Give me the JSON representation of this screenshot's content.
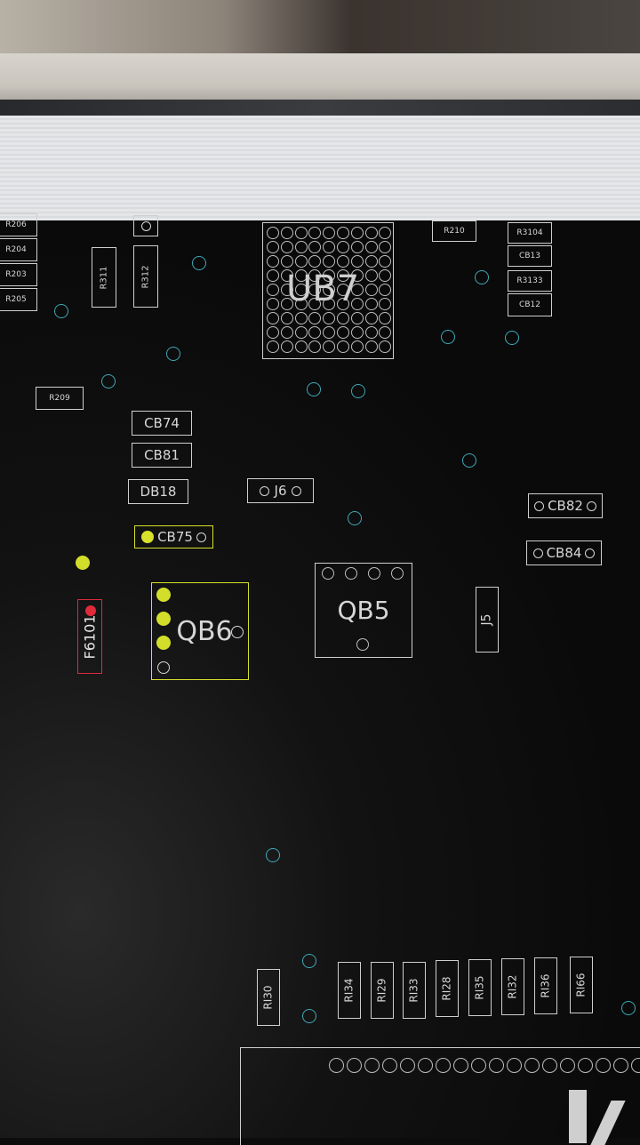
{
  "colors": {
    "board": "#0c0c0c",
    "silkscreen": "#cfcfcf",
    "via": "#3fa8b8",
    "selected": "#d8e22a",
    "marker": "#e02a3a"
  },
  "left_resistors": [
    "R206",
    "R204",
    "R203",
    "R205"
  ],
  "r209": "R209",
  "r210": "R210",
  "ub7": "UB7",
  "r311": "R311",
  "r312": "R312",
  "cb74": "CB74",
  "cb81": "CB81",
  "db18": "DB18",
  "j6": "J6",
  "cb75": "CB75",
  "qb6": "QB6",
  "qb5": "QB5",
  "j5": "J5",
  "f6101": "F6101",
  "cb82": "CB82",
  "cb84": "CB84",
  "right_stack": [
    "R3104",
    "CB13",
    "R3133",
    "CB12"
  ],
  "bottom_row": [
    "RI30",
    "RI34",
    "RI29",
    "RI33",
    "RI28",
    "RI35",
    "RI32",
    "RI36",
    "RI66"
  ]
}
